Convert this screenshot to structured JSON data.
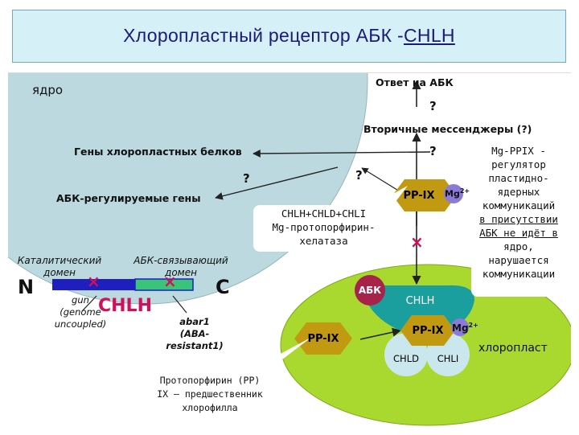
{
  "title": {
    "main": "Хлоропластный рецептор АБК -",
    "gene": "CHLH"
  },
  "nucleus": {
    "label": "ядро",
    "chloroplast_genes": "Гены хлоропластных белков",
    "aba_genes": "АБК-регулируемые гены",
    "question": "?"
  },
  "pathway": {
    "response": "Ответ на АБК",
    "q1": "?",
    "messengers": "Вторичные мессенджеры (?)",
    "q2": "?",
    "q3": "?"
  },
  "callout_enzyme": {
    "line1": "CHLH+CHLD+CHLI",
    "line2": "Mg-протопорфирин-",
    "line3": "хелатаза"
  },
  "callout_regulator": {
    "line1": "Mg-PPIX -",
    "line2": "регулятор",
    "line3": "пластидно-",
    "line4": "ядерных",
    "line5": "коммуникаций",
    "line6": "в присутствии",
    "line7": "АБК не идёт в",
    "line8": "ядро,",
    "line9": "нарушается",
    "line10": "коммуникации"
  },
  "callout_pp": {
    "line1": "Протопорфирин (PP)",
    "line2": "IX – предшественник",
    "line3": "хлорофилла"
  },
  "domains": {
    "catalytic_line1": "Каталитический",
    "catalytic_line2": "домен",
    "aba_binding_line1": "АБК-связывающий",
    "aba_binding_line2": "домен",
    "n": "N",
    "c": "C",
    "protein": "CHLH",
    "gun_line1": "gun",
    "gun_line2": "(genome",
    "gun_line3": "uncoupled)",
    "abar_line1": "abar1",
    "abar_line2": "(ABA-",
    "abar_line3": "resistant1)",
    "mark": "×"
  },
  "chloroplast": {
    "label": "хлоропласт",
    "aba": "АБК",
    "chlh": "CHLH",
    "chld": "CHLD",
    "chli": "CHLI",
    "ppix_bound": "PP-IX",
    "mg_bound": "Mg",
    "ppix_free": "PP-IX",
    "ppix_top": "PP-IX",
    "mg_top": "Mg",
    "charge": "2+"
  },
  "colors": {
    "nucleus": "#bcd9df",
    "chloroplast": "#a9d92e",
    "hexagon": "#c29a12",
    "aba": "#a8234a",
    "chlh": "#1a9e9e",
    "chld_chli": "#c9e7ec",
    "mg": "#8b7ad8",
    "bar_blue": "#1f1fc0",
    "bar_green": "#39c47a",
    "cross": "#d0105a",
    "title": "#1a1a7a"
  }
}
